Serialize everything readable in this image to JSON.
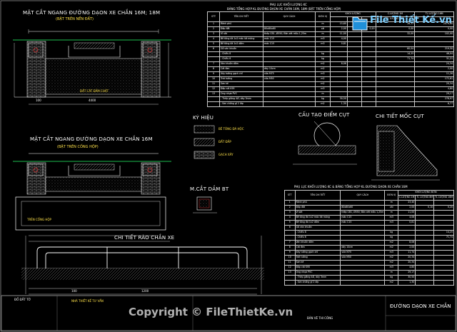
{
  "drawing": {
    "title_section1": "MẶT CẮT NGANG ĐƯỜNG DẠON XE CHẮN 16M; 18M",
    "sub_section1": "(BẬT TRÊN NỀN ĐẤT)",
    "title_section2": "MẶT CẮT NGANG ĐƯỜNG DẠON XE CHẮN 16M",
    "sub_section2": "(BẬT TRÊN CỐNG HỘP)",
    "title_legend": "KÝ HIỆU",
    "title_beam": "M.CẮT DẦM BT",
    "title_fence": "CHI TIẾT RÀO CHẮN XE",
    "title_joint": "CẤU TẠO ĐIỂM CỤT",
    "title_post": "CHI TIẾT MỐC CỤT",
    "legend_items": [
      "BÊ TÔNG ĐÁ HỘC",
      "ĐẤT ĐẮP",
      "GẠCH XÂY"
    ],
    "inner_label1": "ĐẤT CÁT ĐẦM CHẶT",
    "inner_label2": "TRÊN CỐNG HỘP",
    "label_small": "ĐỔ ĐẤT TỜ",
    "dims": [
      "100",
      "4400",
      "1200",
      "100"
    ]
  },
  "logo": {
    "text": "File Thiết Kế.vn"
  },
  "watermark": "Copyright © FileThietKe.vn",
  "titleblock": {
    "project": "ĐƯỜNG DẠON XE CHẮN",
    "note": "NHÀ THIẾT KẾ TƯ VẤN",
    "small": "BẢN VẼ THI CÔNG"
  },
  "table1": {
    "caption": "PHỤ LỤC KHỐI LƯỢNG KC",
    "caption2": "BẢNG TỔNG HỢP KL ĐƯỜNG DẠON XE CHẮN 16M, 18M (BẬT TRÊN CỐNG HỘP)",
    "headers": [
      "STT",
      "TÊN CHI TIẾT",
      "QUY CÁCH",
      "ĐƠN VỊ",
      "KHỐI LƯỢNG"
    ],
    "subheaders": [
      "C.LƯỢNG 1M",
      "TL LƯỢNG 16M",
      "TL LƯỢNG 18M"
    ],
    "rows": [
      [
        "1",
        "Rãnh phủ",
        "",
        "m",
        "15,60",
        "",
        "",
        "26,33",
        "2079,60"
      ],
      [
        "2",
        "Đắp đất",
        "80x80x60",
        "cái",
        "2,00",
        "0,10",
        "0,20",
        "0,00",
        "0,00"
      ],
      [
        "3",
        "Vỉ sắt",
        "thép CB1, Ø550; Bản xẻt mẫu 1,25m",
        "m",
        "11,00",
        "",
        "",
        "32,00",
        "102,00"
      ],
      [
        "4",
        "Bê tông đá 1x2 mác lót móng",
        "mác C15",
        "m3",
        "4,00",
        "",
        "",
        "",
        ""
      ],
      [
        "5",
        "Bê tông đá 1x2 dầm",
        "mác C15",
        "m3",
        "0,81",
        "",
        "",
        "",
        ""
      ],
      [
        "6",
        "Gỗ ván khuôn",
        "",
        "",
        "",
        "",
        "",
        "60,04",
        "219,50"
      ],
      [
        "",
        "- Chiều 8",
        "",
        "kg",
        "",
        "",
        "",
        "14,25",
        "46,04"
      ],
      [
        "",
        "- Chiều 6",
        "",
        "kg",
        "",
        "",
        "",
        "71,74",
        "31,21"
      ],
      [
        "7",
        "Ván khuôn dầm",
        "",
        "m2",
        "8,06",
        "",
        "",
        "",
        "24,34"
      ],
      [
        "8",
        "Cát đen",
        "dày 10cm",
        "m2",
        "",
        "",
        "",
        "",
        "2,00"
      ],
      [
        "9",
        "Xây tường gạch chỉ",
        "vữa M75",
        "m3",
        "",
        "",
        "",
        "",
        "11,26"
      ],
      [
        "10",
        "Trát tường",
        "vữa M50",
        "m2",
        "",
        "",
        "",
        "",
        "172,61"
      ],
      [
        "11",
        "Sơn kẻ",
        "",
        "m2",
        "",
        "",
        "",
        "",
        "20,34"
      ],
      [
        "12",
        "Đắp cát K95",
        "",
        "m3",
        "",
        "",
        "",
        "",
        "4,80"
      ],
      [
        "13",
        "Ống nhựa PVC",
        "",
        "m",
        "",
        "",
        "",
        "",
        "29,17"
      ],
      [
        "",
        "- Thép giằng 4Ø, dày 3mm",
        "",
        "kg",
        "30,50",
        "",
        "",
        "",
        "278,97"
      ],
      [
        "",
        "- Sơn chống gỉ 2 lớp",
        "",
        "m2",
        "1,30",
        "",
        "",
        "",
        "6,77"
      ]
    ]
  },
  "table2": {
    "caption": "PHỤ LỤC KHỐI LƯỢNG KC & BẢNG TỔNG HỢP KL ĐƯỜNG DẠON XE CHẮN 16M",
    "headers": [
      "STT",
      "TÊN CHI TIẾT",
      "QUY CÁCH",
      "ĐƠN VỊ",
      "KHỐI LƯỢNG ĐƠN"
    ],
    "subheaders": [
      "C.LƯỢNG 1M",
      "TL LƯỢNG 8M",
      "TL LƯỢNG 16M"
    ],
    "rows": [
      [
        "1",
        "Rãnh phủ",
        "",
        "m",
        "23,40",
        "",
        ""
      ],
      [
        "2",
        "Đắp đất",
        "80x80x60",
        "cái",
        "2,00",
        "0,10",
        "0,20"
      ],
      [
        "3",
        "Vỉ sắt",
        "thép CB1, Ø550; Bản xẻt mẫu 1,25m",
        "m",
        "11,00",
        "",
        ""
      ],
      [
        "4",
        "Bê tông đá 1x2 mác lót móng",
        "mác C15",
        "m3",
        "4,06",
        "",
        ""
      ],
      [
        "5",
        "Bê tông đá 1x2 dầm",
        "mác C15",
        "m3",
        "0,81",
        "",
        ""
      ],
      [
        "6",
        "Gỗ ván khuôn",
        "",
        "",
        "",
        "",
        ""
      ],
      [
        "",
        "- Chiều 8",
        "",
        "kg",
        "",
        "",
        "14,25"
      ],
      [
        "",
        "- Chiều 6",
        "",
        "kg",
        "",
        "",
        "71,74"
      ],
      [
        "7",
        "Ván khuôn dầm",
        "",
        "m2",
        "8,06",
        "",
        ""
      ],
      [
        "8",
        "Cát đen",
        "dày 10cm",
        "m2",
        "2,00",
        "",
        ""
      ],
      [
        "9",
        "Xây tường gạch chỉ",
        "vữa M75",
        "m3",
        "11,74",
        "",
        ""
      ],
      [
        "10",
        "Trát tường",
        "vữa M50",
        "m2",
        "20,34",
        "",
        ""
      ],
      [
        "11",
        "Sơn kẻ",
        "",
        "m2",
        "20,34",
        "",
        ""
      ],
      [
        "12",
        "Đắp cát K95",
        "",
        "m3",
        "4,80",
        "",
        ""
      ],
      [
        "13",
        "Ống nhựa PVC",
        "",
        "m",
        "29,17",
        "",
        ""
      ],
      [
        "",
        "- Thép giằng 4Ø, dày 3mm",
        "",
        "kg",
        "30,50",
        "",
        ""
      ],
      [
        "",
        "- Sơn chống gỉ 2 lớp",
        "",
        "m2",
        "1,30",
        "",
        ""
      ]
    ]
  }
}
